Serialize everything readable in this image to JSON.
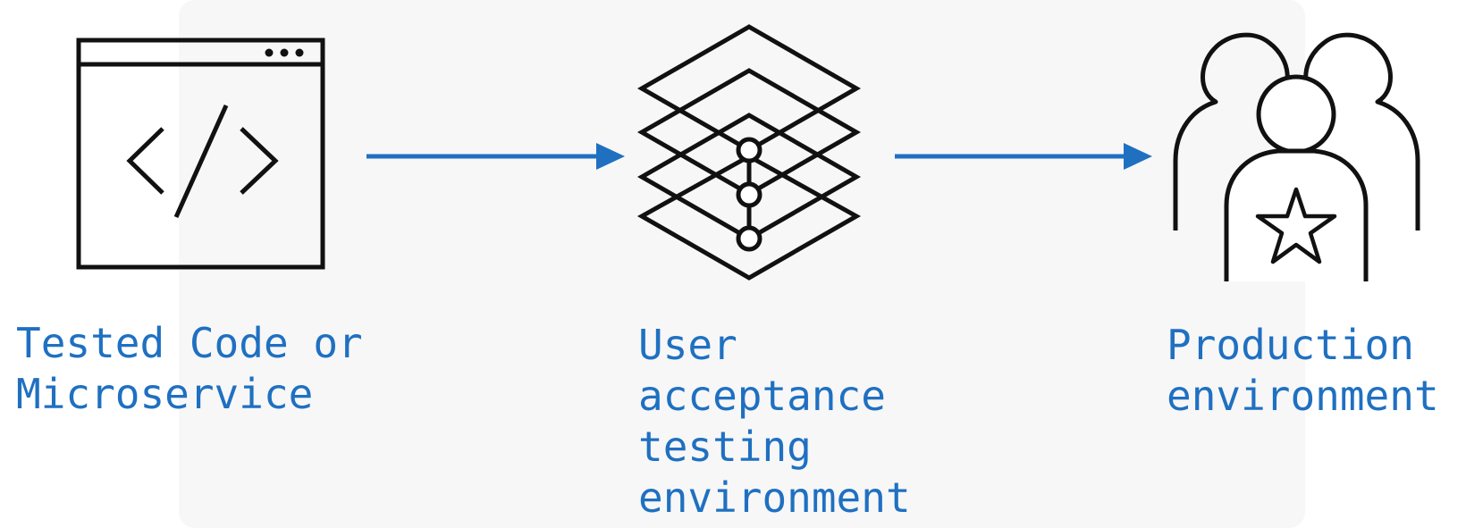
{
  "stages": [
    {
      "id": "code",
      "icon": "code-window-icon",
      "lines": [
        "Tested Code or",
        "Microservice"
      ]
    },
    {
      "id": "uat",
      "icon": "stacked-layers-icon",
      "lines": [
        "User",
        "acceptance",
        "testing",
        "environment"
      ]
    },
    {
      "id": "prod",
      "icon": "user-group-star-icon",
      "lines": [
        "Production",
        "environment"
      ]
    }
  ],
  "colors": {
    "accent": "#1f70c1",
    "icon_stroke": "#111111",
    "background": "#ffffff"
  }
}
